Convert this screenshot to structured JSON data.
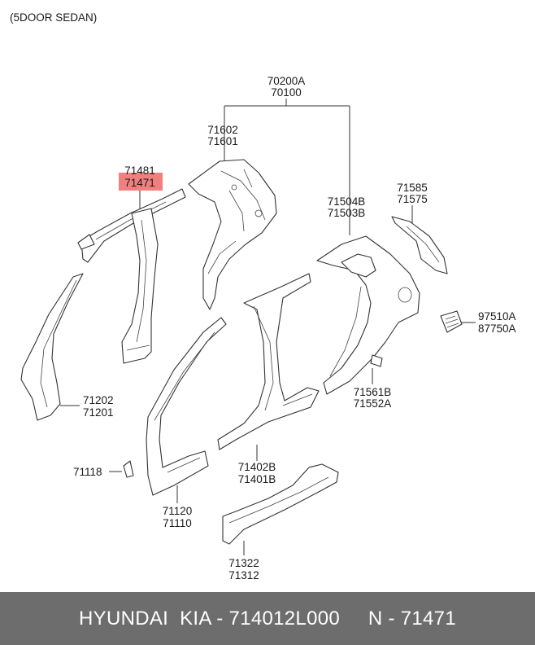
{
  "header": {
    "variant": "(5DOOR SEDAN)"
  },
  "group_label": {
    "line1": "70200A",
    "line2": "70100"
  },
  "labels": {
    "qtr_inner_upper": {
      "line1": "71602",
      "line2": "71601"
    },
    "roof_rail": {
      "line1": "71481",
      "line2": "71471"
    },
    "qtr_outer": {
      "line1": "71504B",
      "line2": "71503B"
    },
    "rear_bracket": {
      "line1": "71585",
      "line2": "71575"
    },
    "fuel_door": {
      "line1": "97510A",
      "line2": "87750A"
    },
    "qtr_clip": {
      "line1": "71561B",
      "line2": "71552A"
    },
    "front_pillar_inner": {
      "line1": "71202",
      "line2": "71201"
    },
    "center_pillar": {
      "line1": "71402B",
      "line2": "71401B"
    },
    "clip_small": {
      "line1": "71118"
    },
    "front_pillar_outer": {
      "line1": "71120",
      "line2": "71110"
    },
    "side_sill": {
      "line1": "71322",
      "line2": "71312"
    }
  },
  "highlight": {
    "part_number": "71471",
    "color": "#f08080"
  },
  "footer": {
    "text": "HYUNDAI  KIA - 714012L000     N - 71471"
  }
}
